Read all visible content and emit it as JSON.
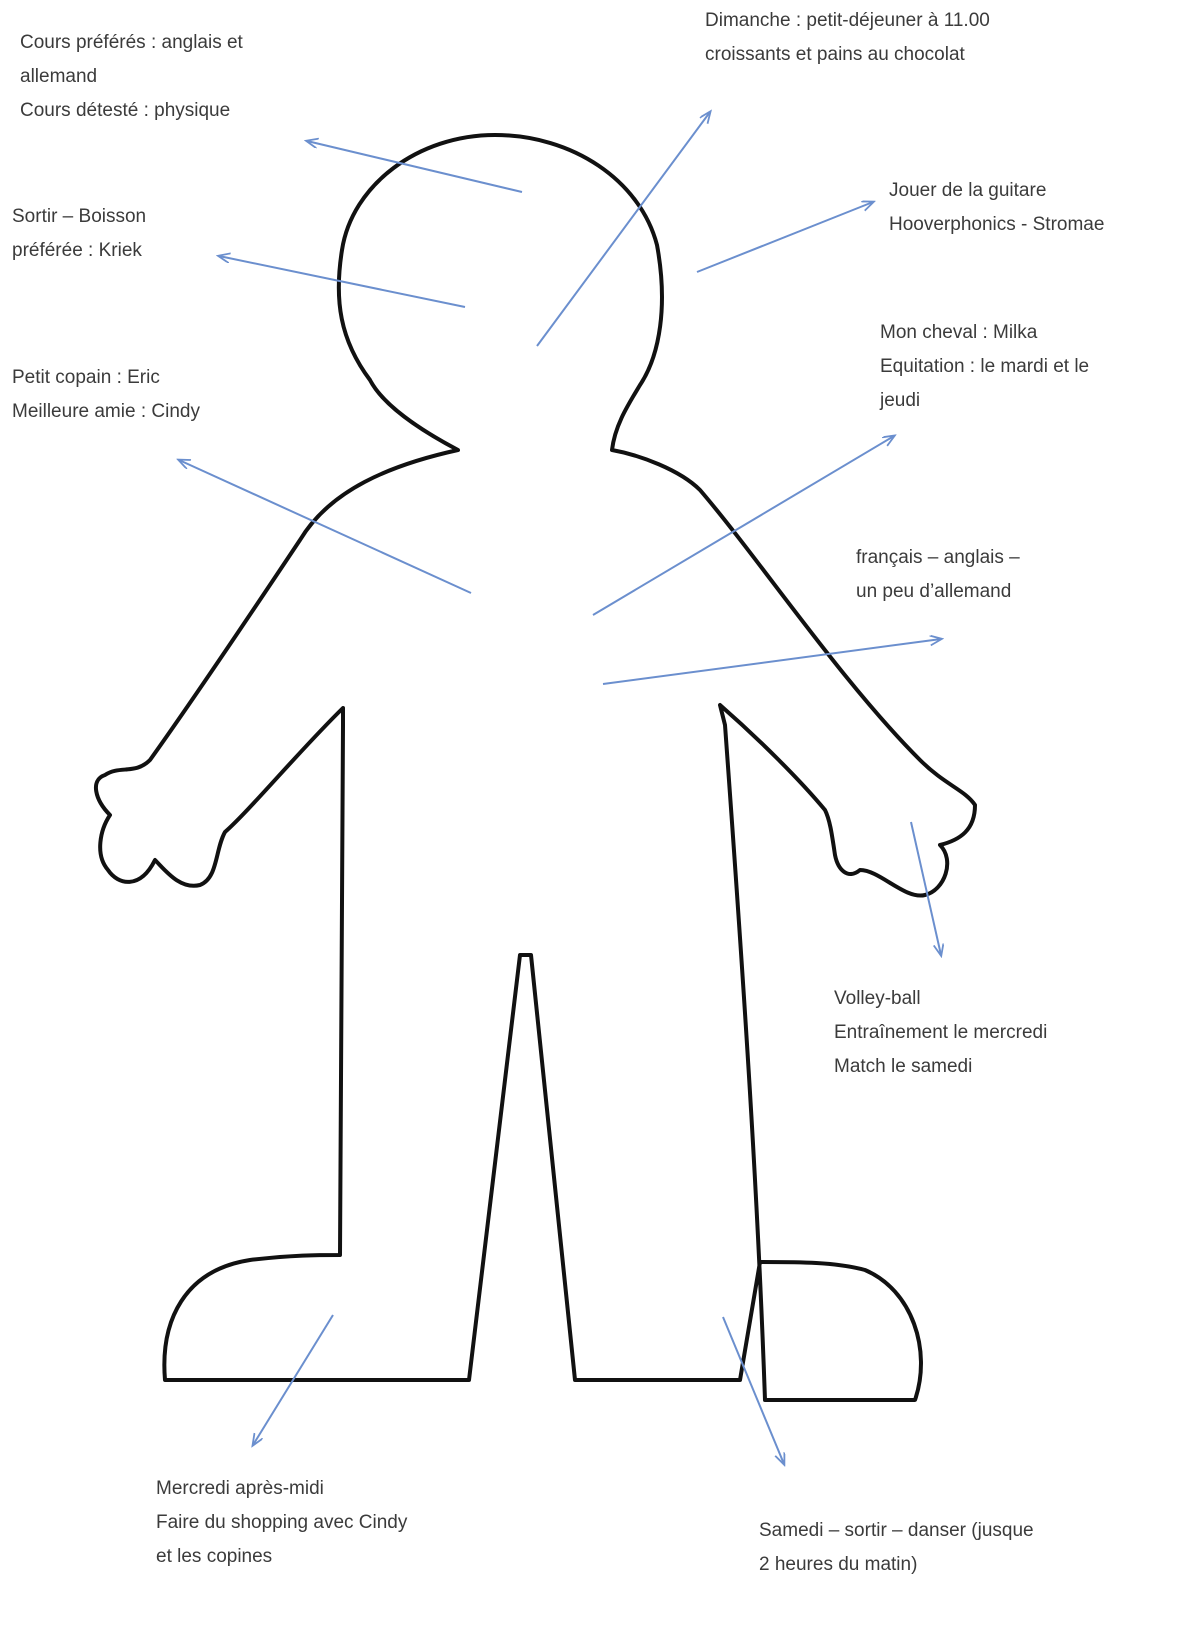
{
  "colors": {
    "outline": "#111111",
    "arrow": "#6b8fce",
    "text": "#3b3b3b"
  },
  "labels": {
    "school": [
      "Cours préférés : anglais et",
      "allemand",
      "Cours détesté : physique"
    ],
    "sunday": [
      "Dimanche : petit-déjeuner à 11.00",
      "croissants et pains au chocolat"
    ],
    "music": [
      "Jouer de la guitare",
      "Hooverphonics - Stromae"
    ],
    "going_out": [
      "Sortir – Boisson",
      "préférée : Kriek"
    ],
    "horse": [
      "Mon cheval : Milka",
      "Equitation : le mardi et le",
      "jeudi"
    ],
    "friends": [
      "Petit copain : Eric",
      "Meilleure amie : Cindy"
    ],
    "languages": [
      "français – anglais –",
      "un peu d’allemand"
    ],
    "volleyball": [
      "Volley-ball",
      "Entraînement le mercredi",
      "Match le samedi"
    ],
    "wednesday": [
      "Mercredi après-midi",
      "Faire du shopping avec  Cindy",
      "et les copines"
    ],
    "saturday": [
      "Samedi – sortir – danser (jusque",
      "2 heures du matin)"
    ]
  }
}
